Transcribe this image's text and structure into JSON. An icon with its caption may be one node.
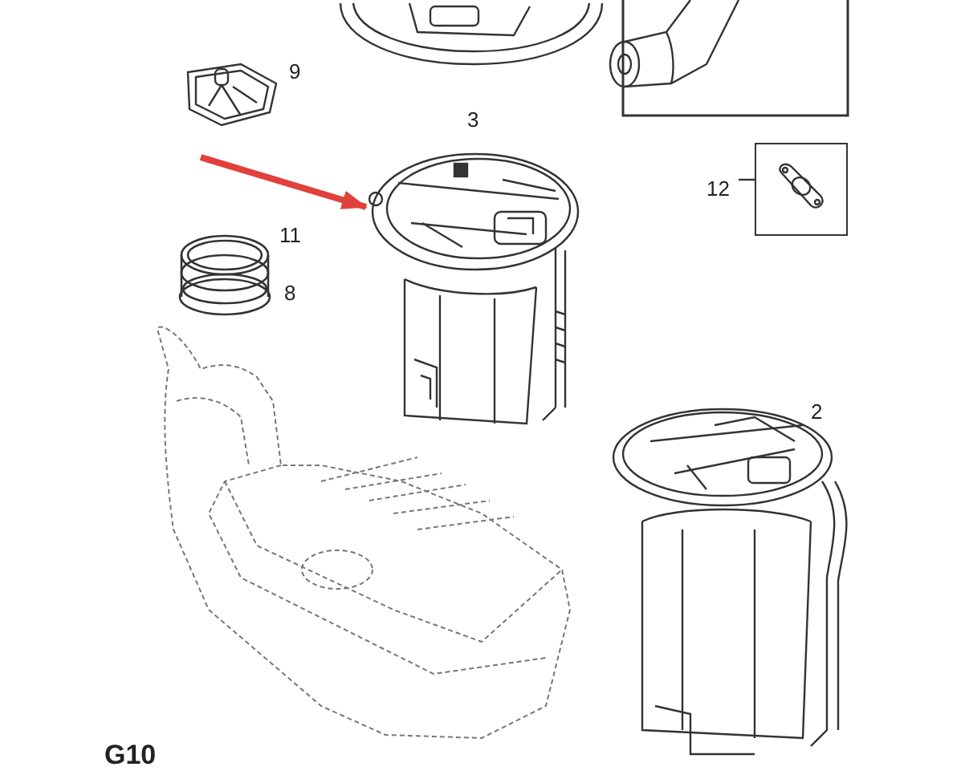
{
  "diagram": {
    "nodes": [
      {
        "text": [
          "12"
        ]
      },
      {
        "text": [],
        "shape": "box"
      },
      {
        "text": [],
        "shape": "picture"
      }
    ],
    "edges": [
      {
        "from": 0,
        "to": 1,
        "arrow": "none"
      },
      {
        "from": null,
        "to": 2,
        "arrow": "to",
        "style": "thick",
        "color": "#e0413a"
      }
    ],
    "labels": [
      "9",
      "3",
      "11",
      "8",
      "2",
      "G10"
    ]
  }
}
